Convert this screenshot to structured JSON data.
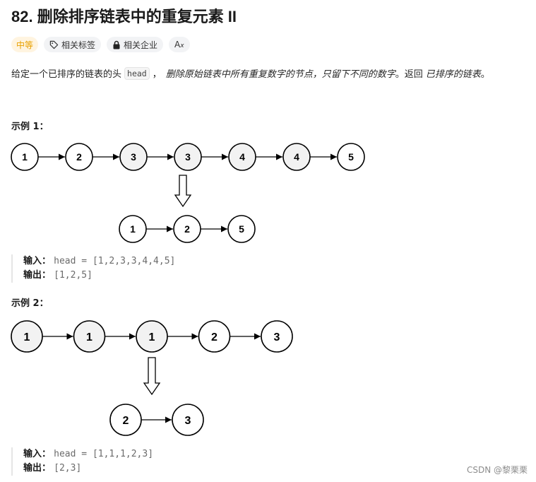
{
  "problem": {
    "title": "82. 删除排序链表中的重复元素 II"
  },
  "tags": {
    "difficulty": "中等",
    "related_tags": "相关标签",
    "related_companies": "相关企业",
    "translate_icon_text": "A",
    "translate_icon_sub": "x"
  },
  "description": {
    "part1": "给定一个已排序的链表的头",
    "code": "head",
    "part2": "，",
    "part3": "删除原始链表中所有重复数字的节点，只留下不同的数字",
    "part4": "。返回",
    "part5": "已排序的链表",
    "part6": "。"
  },
  "example1": {
    "title": "示例 1：",
    "input_nodes": [
      "1",
      "2",
      "3",
      "3",
      "4",
      "4",
      "5"
    ],
    "output_nodes": [
      "1",
      "2",
      "5"
    ],
    "input_label": "输入：",
    "input_value": "head = [1,2,3,3,4,4,5]",
    "output_label": "输出：",
    "output_value": "[1,2,5]"
  },
  "example2": {
    "title": "示例 2：",
    "input_nodes": [
      "1",
      "1",
      "1",
      "2",
      "3"
    ],
    "output_nodes": [
      "2",
      "3"
    ],
    "input_label": "输入：",
    "input_value": "head = [1,1,1,2,3]",
    "output_label": "输出：",
    "output_value": "[2,3]"
  },
  "watermark": "CSDN @黎栗栗",
  "colors": {
    "difficulty": "#e8a000",
    "duplicate_node_fill": "#f2f2f2",
    "node_fill": "#ffffff"
  }
}
